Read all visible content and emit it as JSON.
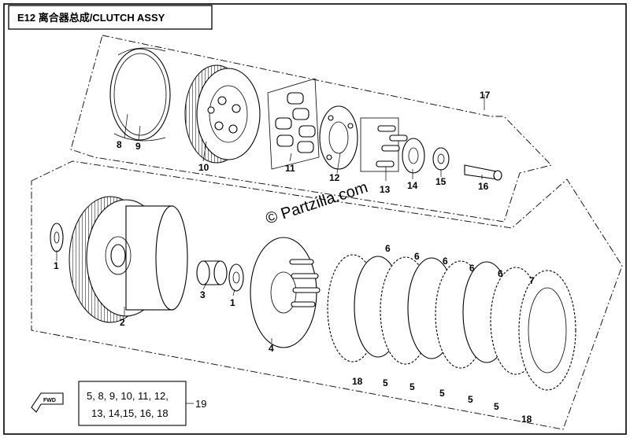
{
  "title": "E12  离合器总成/CLUTCH ASSY",
  "watermark": "© Partzilla.com",
  "kit_box": {
    "line1": "5, 8, 9, 10, 11, 12,",
    "line2": "13, 14,15, 16, 18",
    "callout": "19"
  },
  "fwd_label": "FWD",
  "callouts": {
    "c17": "17",
    "c8": "8",
    "c9": "9",
    "c10": "10",
    "c11": "11",
    "c12": "12",
    "c13": "13",
    "c14": "14",
    "c15": "15",
    "c16": "16",
    "c1a": "1",
    "c2": "2",
    "c3": "3",
    "c1b": "1",
    "c4": "4",
    "c6a": "6",
    "c6b": "6",
    "c6c": "6",
    "c6d": "6",
    "c6e": "6",
    "c7": "7",
    "c18a": "18",
    "c5a": "5",
    "c5b": "5",
    "c5c": "5",
    "c5d": "5",
    "c5e": "5",
    "c18b": "18"
  }
}
